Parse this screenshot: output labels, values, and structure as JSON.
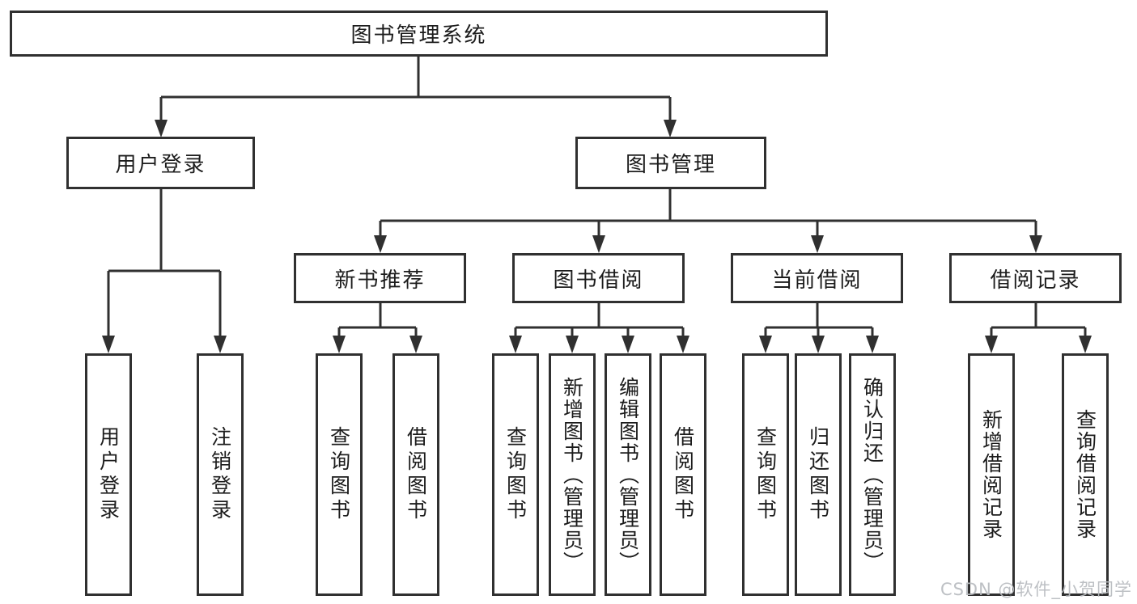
{
  "diagram": {
    "root": {
      "label": "图书管理系统"
    },
    "level2": [
      {
        "label": "用户登录"
      },
      {
        "label": "图书管理"
      }
    ],
    "level3": [
      {
        "label": "新书推荐"
      },
      {
        "label": "图书借阅"
      },
      {
        "label": "当前借阅"
      },
      {
        "label": "借阅记录"
      }
    ],
    "leaves": {
      "user_login": [
        "用户登录",
        "注销登录"
      ],
      "new_book_recommend": [
        "查询图书",
        "借阅图书"
      ],
      "book_borrow": [
        "查询图书",
        "新增图书（管理员）",
        "编辑图书（管理员）",
        "借阅图书"
      ],
      "current_borrow": [
        "查询图书",
        "归还图书",
        "确认归还（管理员）"
      ],
      "borrow_records": [
        "新增借阅记录",
        "查询借阅记录"
      ]
    },
    "watermark": "CSDN @软件_小贺同学",
    "colors": {
      "line": "#303030",
      "box_border": "#303030",
      "text": "#1c1c1c",
      "watermark": "#b9bdc1",
      "background": "#ffffff"
    }
  }
}
